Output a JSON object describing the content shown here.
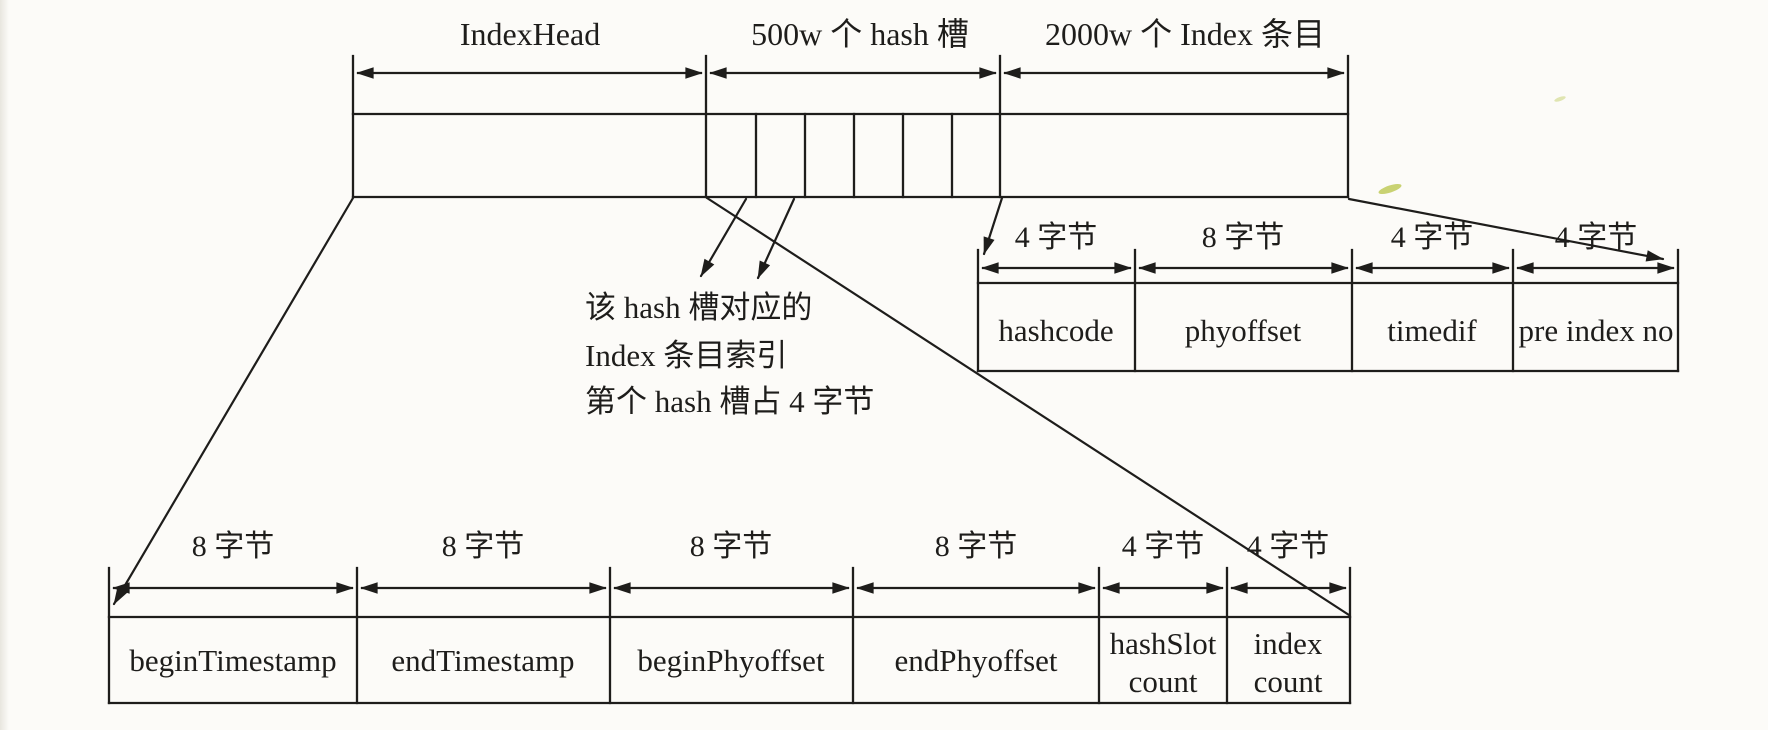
{
  "figure": {
    "top_bar": {
      "sections": [
        {
          "label": "IndexHead"
        },
        {
          "label": "500w 个 hash 槽"
        },
        {
          "label": "2000w 个 Index 条目"
        }
      ]
    },
    "hash_slot_note": {
      "lines": [
        "该 hash 槽对应的",
        "Index 条目索引",
        "第个 hash 槽占 4 字节"
      ]
    },
    "index_entry_table": {
      "fields": [
        {
          "size": "4 字节",
          "name": "hashcode"
        },
        {
          "size": "8 字节",
          "name": "phyoffset"
        },
        {
          "size": "4 字节",
          "name": "timedif"
        },
        {
          "size": "4 字节",
          "name": "pre index no"
        }
      ]
    },
    "index_head_table": {
      "fields": [
        {
          "size": "8 字节",
          "name": "beginTimestamp"
        },
        {
          "size": "8 字节",
          "name": "endTimestamp"
        },
        {
          "size": "8 字节",
          "name": "beginPhyoffset"
        },
        {
          "size": "8 字节",
          "name": "endPhyoffset"
        },
        {
          "size": "4 字节",
          "name": "hashSlot count",
          "line1": "hashSlot",
          "line2": "count"
        },
        {
          "size": "4 字节",
          "name": "index count",
          "line1": "index",
          "line2": "count"
        }
      ]
    },
    "colors": {
      "ink": "#1e1d1b",
      "paper": "#fcfbf8",
      "smudge": "#bfca5a"
    }
  }
}
